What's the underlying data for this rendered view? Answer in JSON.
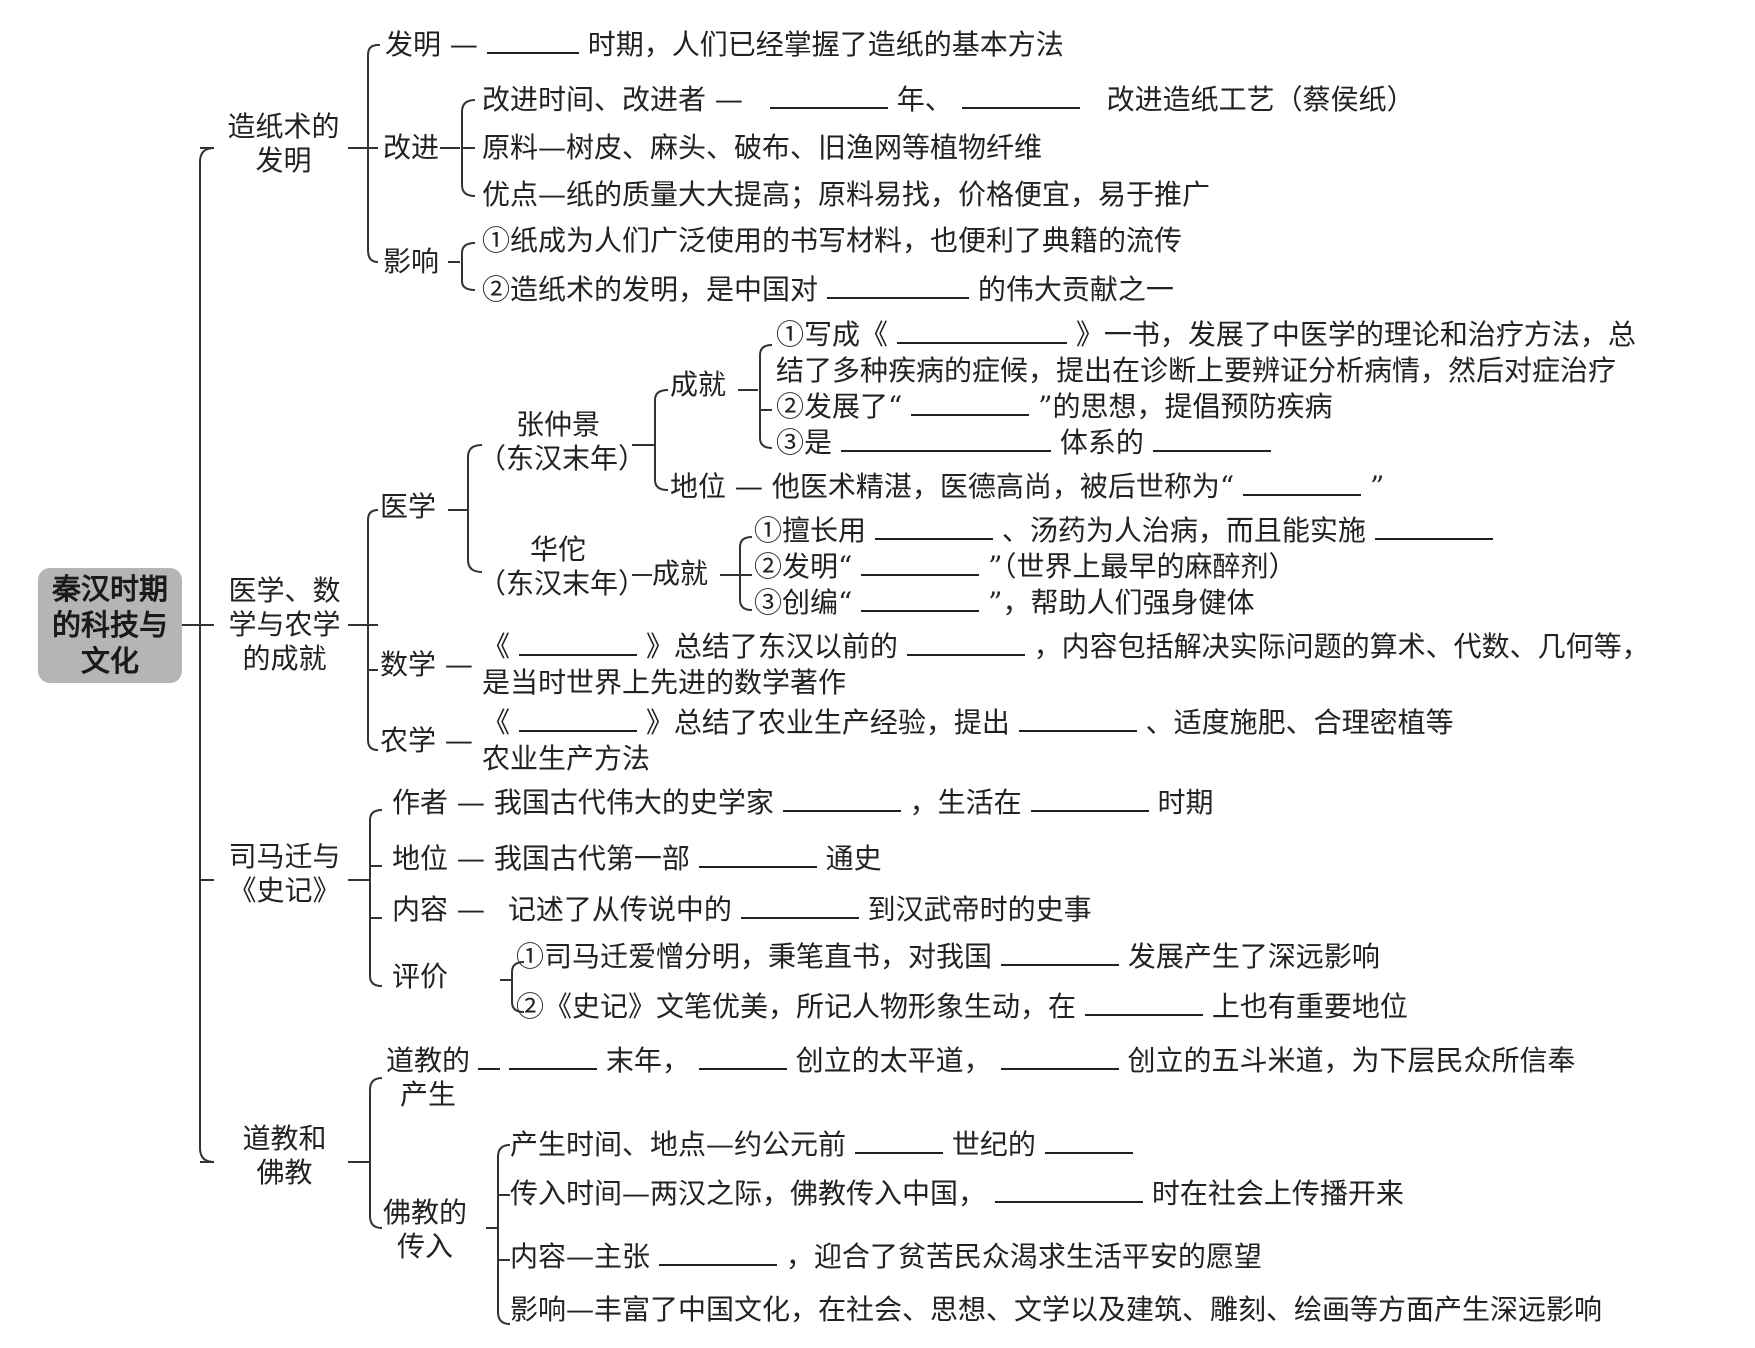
{
  "root": {
    "line1": "秦汉时期",
    "line2": "的科技与",
    "line3": "文化"
  },
  "paper": {
    "title1": "造纸术的",
    "title2": "发明",
    "invention": {
      "label": "发明",
      "text": "时期，人们已经掌握了造纸的基本方法"
    },
    "improvement": {
      "label": "改进",
      "time_label": "改进时间、改进者",
      "year_text": "年、",
      "improver_text": "改进造纸工艺（蔡侯纸）",
      "material": "原料—树皮、麻头、破布、旧渔网等植物纤维",
      "advantage": "优点—纸的质量大大提高；原料易找，价格便宜，易于推广"
    },
    "influence": {
      "label": "影响",
      "item1": "①纸成为人们广泛使用的书写材料，也便利了典籍的流传",
      "item2_a": "②造纸术的发明，是中国对",
      "item2_b": "的伟大贡献之一"
    }
  },
  "science": {
    "title1": "医学、数",
    "title2": "学与农学",
    "title3": "的成就",
    "medicine": {
      "label": "医学",
      "zhang": {
        "name": "张仲景",
        "era": "（东汉末年）",
        "achievement_label": "成就",
        "a1_pre": "①写成《",
        "a1_post": "》一书，发展了中医学的理论和治疗方法，总",
        "a1_line2": "结了多种疾病的症候，提出在诊断上要辨证分析病情，然后对症治疗",
        "a2_pre": "②发展了“",
        "a2_post": "”的思想，提倡预防疾病",
        "a3_pre": "③是",
        "a3_mid": "体系的",
        "status_label": "地位",
        "status_pre": "他医术精湛，医德高尚，被后世称为“",
        "status_post": "”"
      },
      "hua": {
        "name": "华佗",
        "era": "（东汉末年）",
        "achievement_label": "成就",
        "b1_pre": "①擅长用",
        "b1_mid": "、汤药为人治病，而且能实施",
        "b2_pre": "②发明“",
        "b2_post": "”（世界上最早的麻醉剂）",
        "b3_pre": "③创编“",
        "b3_post": "”，帮助人们强身健体"
      }
    },
    "math": {
      "label": "数学",
      "line1_a": "《",
      "line1_b": "》总结了东汉以前的",
      "line1_c": "，内容包括解决实际问题的算术、代数、几何等，",
      "line2": "是当时世界上先进的数学著作"
    },
    "agriculture": {
      "label": "农学",
      "line1_a": "《",
      "line1_b": "》总结了农业生产经验，提出",
      "line1_c": "、适度施肥、合理密植等",
      "line2": "农业生产方法"
    }
  },
  "history": {
    "title1": "司马迁与",
    "title2": "《史记》",
    "author": {
      "label": "作者",
      "pre": "我国古代伟大的史学家",
      "mid": "，生活在",
      "post": "时期"
    },
    "status": {
      "label": "地位",
      "pre": "我国古代第一部",
      "post": "通史"
    },
    "content": {
      "label": "内容",
      "pre": "记述了从传说中的",
      "post": "到汉武帝时的史事"
    },
    "evaluation": {
      "label": "评价",
      "e1_pre": "①司马迁爱憎分明，秉笔直书，对我国",
      "e1_post": "发展产生了深远影响",
      "e2_pre": "②《史记》文笔优美，所记人物形象生动，在",
      "e2_post": "上也有重要地位"
    }
  },
  "religion": {
    "title1": "道教和",
    "title2": "佛教",
    "taoism": {
      "label1": "道教的",
      "label2": "产生",
      "t1": "末年，",
      "t2": "创立的太平道，",
      "t3": "创立的五斗米道，为下层民众所信奉"
    },
    "buddhism": {
      "label1": "佛教的",
      "label2": "传入",
      "origin_pre": "产生时间、地点—约公元前",
      "origin_mid": "世纪的",
      "spread_pre": "传入时间—两汉之际，佛教传入中国，",
      "spread_post": "时在社会上传播开来",
      "content_pre": "内容—主张",
      "content_post": "，迎合了贫苦民众渴求生活平安的愿望",
      "influence": "影响—丰富了中国文化，在社会、思想、文学以及建筑、雕刻、绘画等方面产生深远影响"
    }
  }
}
